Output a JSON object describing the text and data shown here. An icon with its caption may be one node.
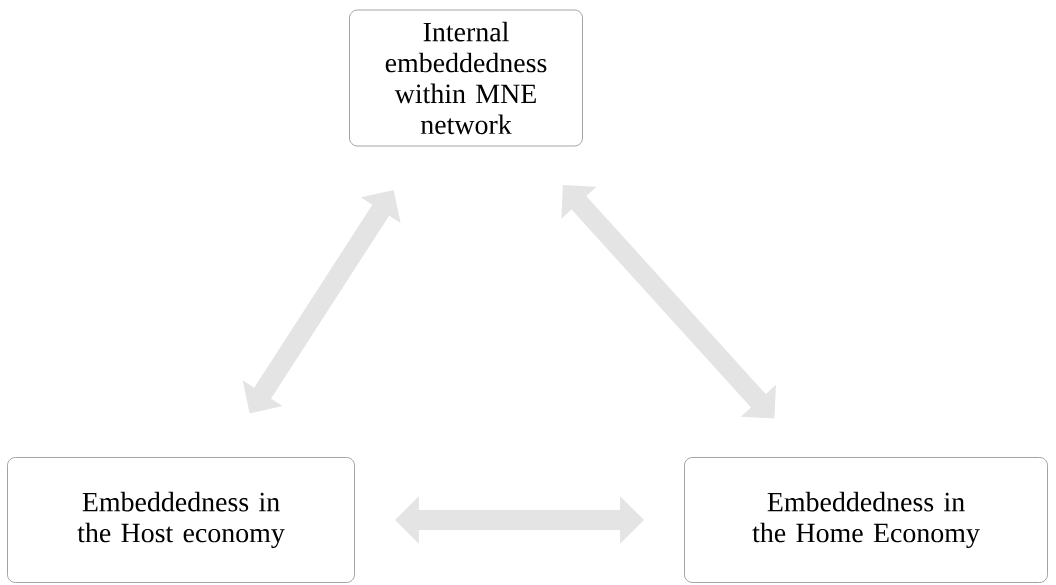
{
  "diagram": {
    "nodes": [
      {
        "text": [
          "Internal embeddedness within MNE network"
        ]
      },
      {
        "text": [
          "Embeddedness in the Host economy"
        ]
      },
      {
        "text": [
          "Embeddedness in the Home Economy"
        ]
      }
    ],
    "edges": [
      {
        "from": 0,
        "to": 1,
        "arrow": "both"
      },
      {
        "from": 0,
        "to": 2,
        "arrow": "both"
      },
      {
        "from": 1,
        "to": 2,
        "arrow": "both"
      }
    ]
  }
}
